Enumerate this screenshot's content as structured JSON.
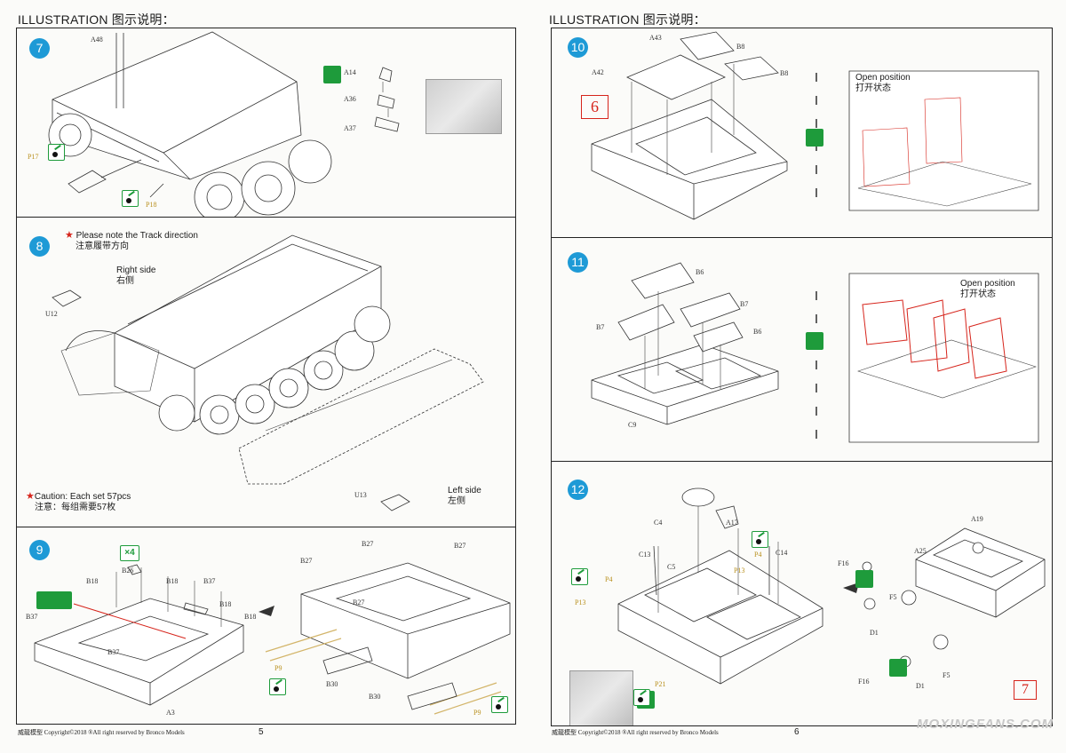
{
  "left_page": {
    "header": "ILLUSTRATION 图示说明：",
    "page_number": "5",
    "copyright": "威龍模型  Copyright©2018  ®All right reserved by Bronco Models",
    "steps": [
      {
        "number": "7",
        "labels": [
          "A48",
          "P17",
          "P18",
          "A14",
          "A36",
          "A37"
        ]
      },
      {
        "number": "8",
        "note_en": "Please note the Track direction",
        "note_zh": "注意履带方向",
        "right_side_en": "Right side",
        "right_side_zh": "右侧",
        "left_side_en": "Left side",
        "left_side_zh": "左侧",
        "caution_en": "Caution: Each set 57pcs",
        "caution_zh": "注意：每组需要57枚",
        "labels": [
          "U12",
          "U13"
        ]
      },
      {
        "number": "9",
        "multiplier": "×4",
        "labels": [
          "B18",
          "B26",
          "B18",
          "B37",
          "B37",
          "B18",
          "B18",
          "B37",
          "A3",
          "B27",
          "B27",
          "B27",
          "P9",
          "B30",
          "B30",
          "P9"
        ]
      }
    ]
  },
  "right_page": {
    "header": "ILLUSTRATION 图示说明：",
    "page_number": "6",
    "copyright": "威龍模型  Copyright©2018  ®All right reserved by Bronco Models",
    "badge_top": "6",
    "badge_bottom": "7",
    "watermark": "MOXINGFANS.COM",
    "steps": [
      {
        "number": "10",
        "open_en": "Open position",
        "open_zh": "打开状态",
        "labels": [
          "A43",
          "B8",
          "A42",
          "B8"
        ]
      },
      {
        "number": "11",
        "open_en": "Open position",
        "open_zh": "打开状态",
        "labels": [
          "B6",
          "B7",
          "B7",
          "B6",
          "C9"
        ]
      },
      {
        "number": "12",
        "labels": [
          "C4",
          "A17",
          "P4",
          "C13",
          "C14",
          "P4",
          "C5",
          "P13",
          "P13",
          "P21",
          "A19",
          "A25",
          "F16",
          "F5",
          "D1",
          "F5",
          "F16",
          "D1"
        ]
      }
    ]
  },
  "icons": {
    "assembly": "green-assembly-icon",
    "paint": "paint-brush-icon",
    "check": "green-check-icon"
  },
  "colors": {
    "step_blue": "#1e9ad6",
    "green": "#1e9b3b",
    "red": "#d6241b",
    "yellow_label": "#b9901e"
  }
}
